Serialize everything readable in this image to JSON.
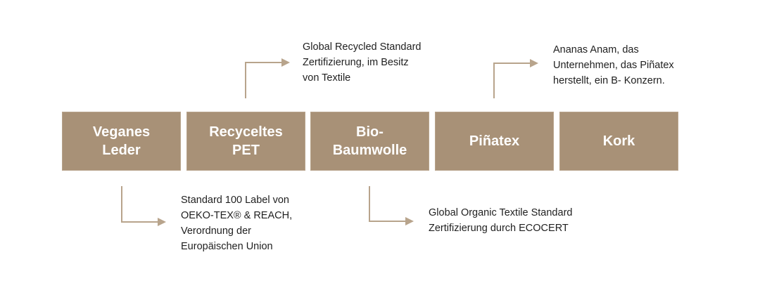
{
  "colors": {
    "box_fill": "#a89177",
    "arrow": "#b8a48c",
    "box_text": "#ffffff",
    "note_text": "#1f1f1f"
  },
  "materials": [
    {
      "label": "Veganes\nLeder"
    },
    {
      "label": "Recyceltes\nPET"
    },
    {
      "label": "Bio-\nBaumwolle"
    },
    {
      "label": "Piñatex"
    },
    {
      "label": "Kork"
    }
  ],
  "notes": {
    "veganes_leder": "Standard 100 Label von\nOEKO-TEX® & REACH,\nVerordnung der\nEuropäischen Union",
    "recyceltes_pet": " Global Recycled Standard\nZertifizierung, im Besitz\nvon Textile",
    "bio_baumwolle": "Global Organic Textile Standard\nZertifizierung durch ECOCERT",
    "pinatex": "Ananas Anam, das\nUnternehmen, das Piñatex\nherstellt, ein B- Konzern."
  },
  "icons": {
    "arrow": "elbow-arrow-icon"
  }
}
